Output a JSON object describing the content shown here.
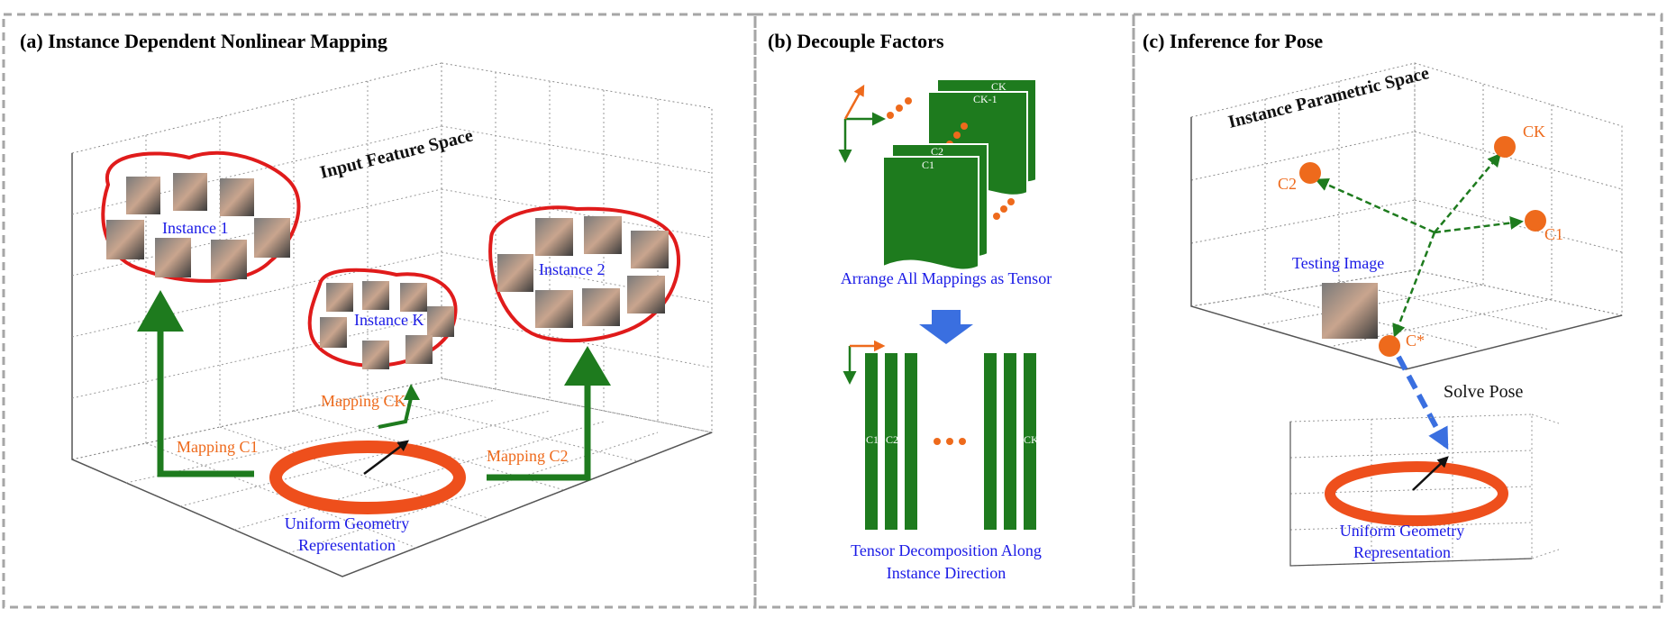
{
  "panels": {
    "a": {
      "title": "(a) Instance Dependent Nonlinear Mapping",
      "space_label": "Input Feature Space",
      "instances": [
        "Instance 1",
        "Instance K",
        "Instance 2"
      ],
      "mappings": [
        "Mapping C1",
        "Mapping CK",
        "Mapping C2"
      ],
      "geometry_label_1": "Uniform Geometry",
      "geometry_label_2": "Representation"
    },
    "b": {
      "title": "(b) Decouple Factors",
      "arrange_label": "Arrange All Mappings as Tensor",
      "decomp_label_1": "Tensor Decomposition Along",
      "decomp_label_2": "Instance Direction",
      "slice_labels": [
        "C1",
        "C2",
        "CK-1",
        "CK"
      ],
      "column_labels": [
        "C1",
        "C2",
        "CK"
      ]
    },
    "c": {
      "title": "(c) Inference for Pose",
      "space_label": "Instance Parametric Space",
      "point_labels": [
        "CK",
        "C2",
        "C1",
        "C*"
      ],
      "testing_label": "Testing Image",
      "solve_label": "Solve Pose",
      "geometry_label_1": "Uniform Geometry",
      "geometry_label_2": "Representation"
    }
  },
  "colors": {
    "green": "#1e7b1e",
    "red": "#e01b1b",
    "orange": "#ee6a1c",
    "blue_text": "#1a1ae6",
    "arrow_blue": "#3a6fe0",
    "panel_border": "#a6a6a6"
  }
}
